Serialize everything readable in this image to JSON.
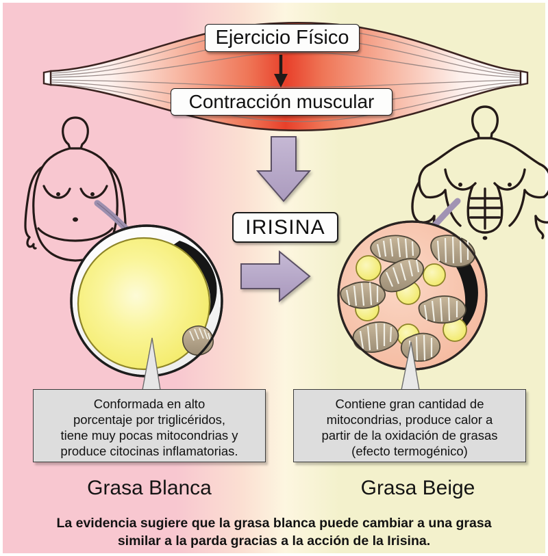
{
  "title": "Ejercicio Fisico - Irisina - Grasa Blanca a Grasa Beige",
  "labels": {
    "exercise": "Ejercicio Físico",
    "muscle_contraction": "Contracción muscular",
    "irisin": "IRISINA"
  },
  "cells": {
    "white": {
      "name": "Grasa Blanca",
      "description": "Conformada en alto porcentaje por triglicéridos, tiene muy pocas mitocondrias y produce citocinas inflamatorias.",
      "lines": [
        "Conformada en alto",
        "porcentaje por triglicéridos,",
        "tiene muy pocas mitocondrias y",
        "produce citocinas inflamatorias."
      ]
    },
    "beige": {
      "name": "Grasa Beige",
      "description": "Contiene gran cantidad de mitocondrias, produce calor a partir de la oxidación de grasas (efecto termogénico)",
      "lines": [
        "Contiene gran cantidad de",
        "mitocondrias, produce calor a",
        "partir de la oxidación de grasas",
        "(efecto termogénico)"
      ]
    }
  },
  "footer": {
    "line1": "La evidencia sugiere que la grasa blanca puede cambiar a una grasa",
    "line2": "similar a la parda gracias a la acción de la Irisina."
  },
  "icons": {
    "muscle": "skeletal-muscle-icon",
    "obese_figure": "obese-body-icon",
    "muscular_figure": "muscular-body-icon",
    "white_fat_cell": "white-adipocyte-icon",
    "beige_fat_cell": "beige-adipocyte-icon",
    "down_arrow_thin": "down-arrow-thin-icon",
    "down_arrow_block": "down-arrow-block-icon",
    "right_arrow_block": "right-arrow-block-icon",
    "curved_arrow_left": "curved-arrow-left-icon",
    "curved_arrow_right": "curved-arrow-right-icon"
  },
  "colors": {
    "background_left": "#f8c7d0",
    "background_right": "#f3f1cc",
    "muscle_red": "#e8432a",
    "arrow_purple": "#b5a7c6",
    "lipid_yellow": "#f6f07a",
    "beige_cytoplasm": "#f8c9b4",
    "callout_gray": "#dddddd",
    "nucleus_dark": "#171717",
    "outline_dark": "#1c1c1c"
  }
}
